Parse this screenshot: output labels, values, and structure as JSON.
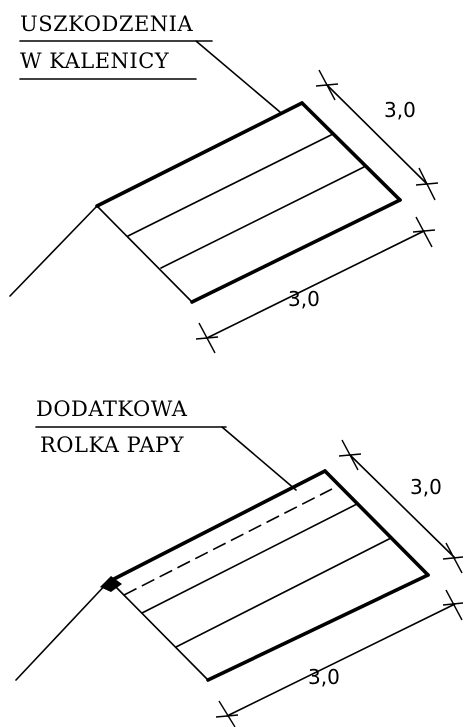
{
  "diagram_top": {
    "label_line1": "USZKODZENIA",
    "label_line2": "W KALENICY",
    "dim_side": "3,0",
    "dim_bottom": "3,0"
  },
  "diagram_bottom": {
    "label_line1": "DODATKOWA",
    "label_line2": "ROLKA PAPY",
    "dim_side": "3,0",
    "dim_bottom": "3,0"
  },
  "colors": {
    "line": "#000000",
    "background": "#ffffff"
  }
}
